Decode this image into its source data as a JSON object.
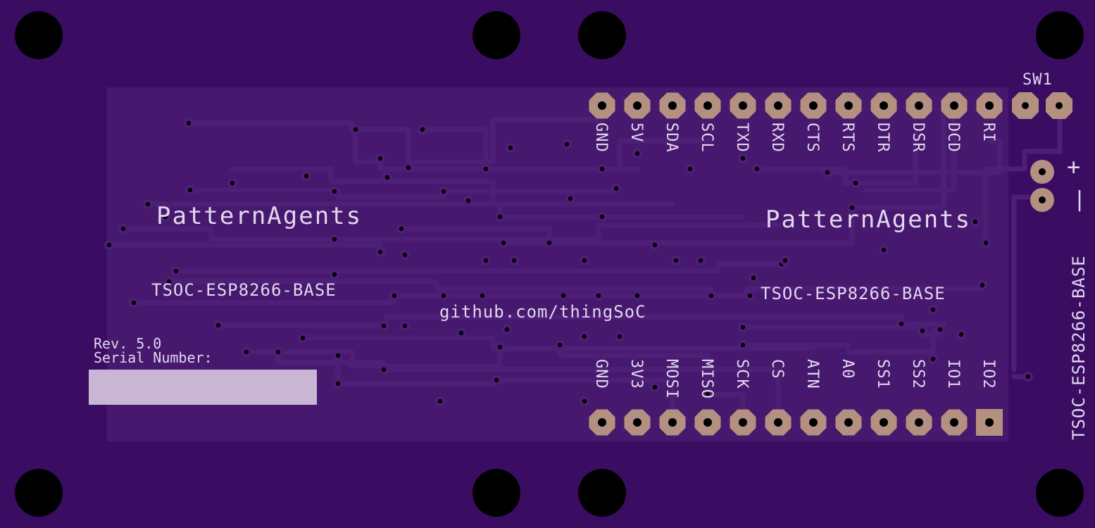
{
  "board": {
    "colors": {
      "substrate": "#3a0d63",
      "copper_area": "#46196e",
      "trace": "#4d1f77",
      "trace_outline": "#2b084b",
      "pad": "#b49080",
      "silkscreen": "#e2d6ee",
      "hole": "#000000",
      "serial_box": "#c8b6d4"
    },
    "brand_left": "PatternAgents",
    "brand_right": "PatternAgents",
    "model_left": "TSOC-ESP8266-BASE",
    "model_right": "TSOC-ESP8266-BASE",
    "model_vertical": "TSOC-ESP8266-BASE",
    "url": "github.com/thingSoC",
    "revision": "Rev. 5.0",
    "serial_label": "Serial Number:",
    "switch_label": "SW1",
    "power_plus": "+",
    "power_minus": "|",
    "top_header_pins": [
      "GND",
      "5V",
      "SDA",
      "SCL",
      "TXD",
      "RXD",
      "CTS",
      "RTS",
      "DTR",
      "DSR",
      "DCD",
      "RI"
    ],
    "bottom_header_pins": [
      "GND",
      "3V3",
      "MOSI",
      "MISO",
      "SCK",
      "CS",
      "ATN",
      "A0",
      "SS1",
      "SS2",
      "IO1",
      "IO2"
    ]
  }
}
